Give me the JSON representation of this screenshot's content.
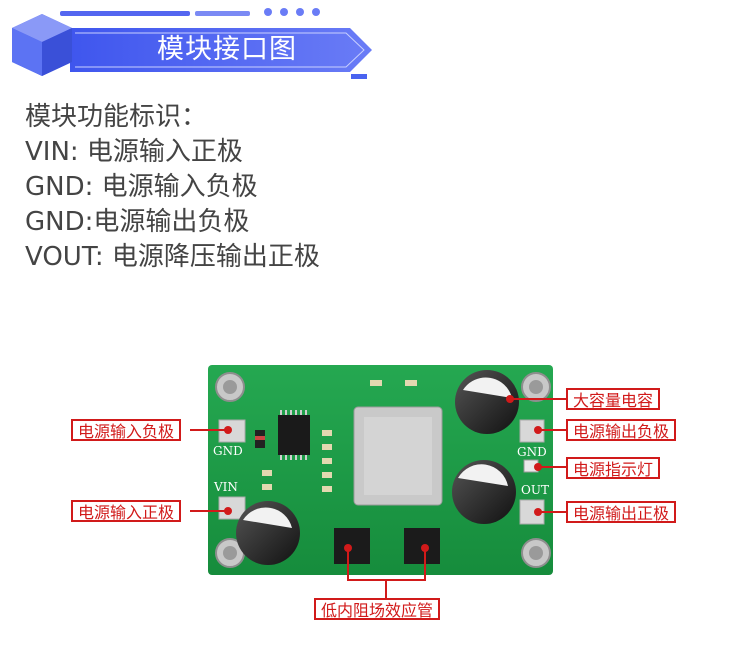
{
  "banner": {
    "title": "模块接口图"
  },
  "info": {
    "lines": [
      "模块功能标识：",
      "VIN: 电源输入正极",
      "GND: 电源输入负极",
      "GND:电源输出负极",
      "VOUT: 电源降压输出正极"
    ]
  },
  "board": {
    "silkscreen": {
      "gnd_left": "GND",
      "vin": "VIN",
      "gnd_right": "GND",
      "vout": "OUT"
    }
  },
  "callouts": {
    "input_negative": "电源输入负极",
    "input_positive": "电源输入正极",
    "bulk_capacitor": "大容量电容",
    "output_negative": "电源输出负极",
    "indicator_led": "电源指示灯",
    "output_positive": "电源输出正极",
    "mosfets": "低内阻场效应管"
  },
  "colors": {
    "banner_blue": "#4a63f0",
    "pcb_green": "#1f9e47",
    "callout_red": "#d11a1a"
  }
}
